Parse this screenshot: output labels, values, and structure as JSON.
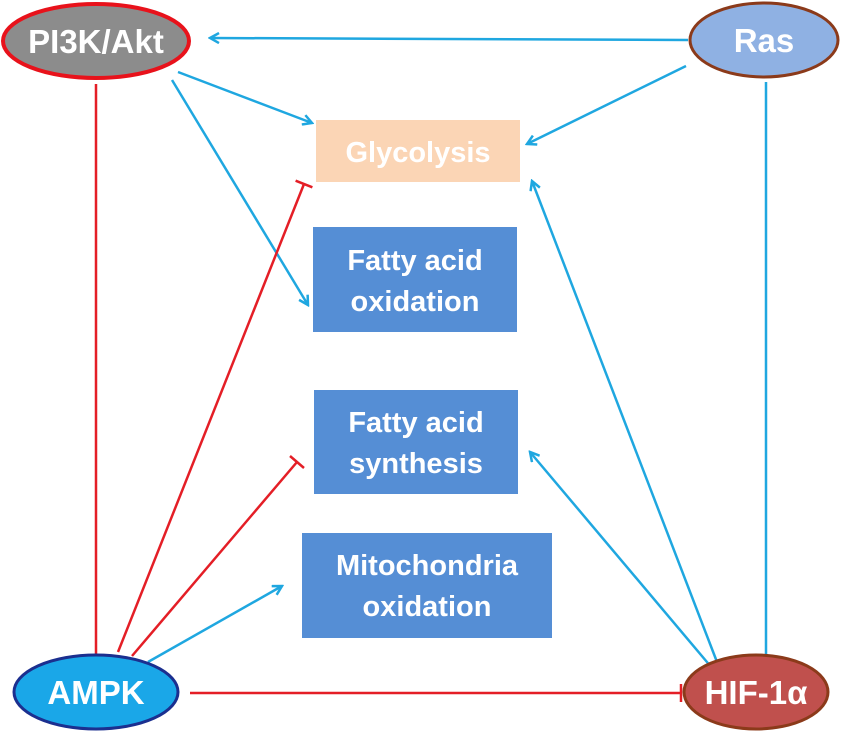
{
  "nodes": {
    "pi3k": {
      "label": "PI3K/Akt",
      "fill": "#8c8c8c",
      "stroke": "#e8121b"
    },
    "ras": {
      "label": "Ras",
      "fill": "#8fb1e3",
      "stroke": "#8b3a1a"
    },
    "ampk": {
      "label": "AMPK",
      "fill": "#1aa7e8",
      "stroke": "#1b2f8f"
    },
    "hif": {
      "label": "HIF-1α",
      "fill": "#c0504d",
      "stroke": "#8b3a1a"
    },
    "glycolysis": {
      "label": "Glycolysis",
      "fill": "#fbd5b5"
    },
    "fao": {
      "line1": "Fatty acid",
      "line2": "oxidation",
      "fill": "#558ed5"
    },
    "fas": {
      "line1": "Fatty acid",
      "line2": "synthesis",
      "fill": "#558ed5"
    },
    "mito": {
      "line1": "Mitochondria",
      "line2": "oxidation",
      "fill": "#558ed5"
    }
  },
  "colors": {
    "activation": "#1fa7e0",
    "inhibition": "#e41e26"
  }
}
